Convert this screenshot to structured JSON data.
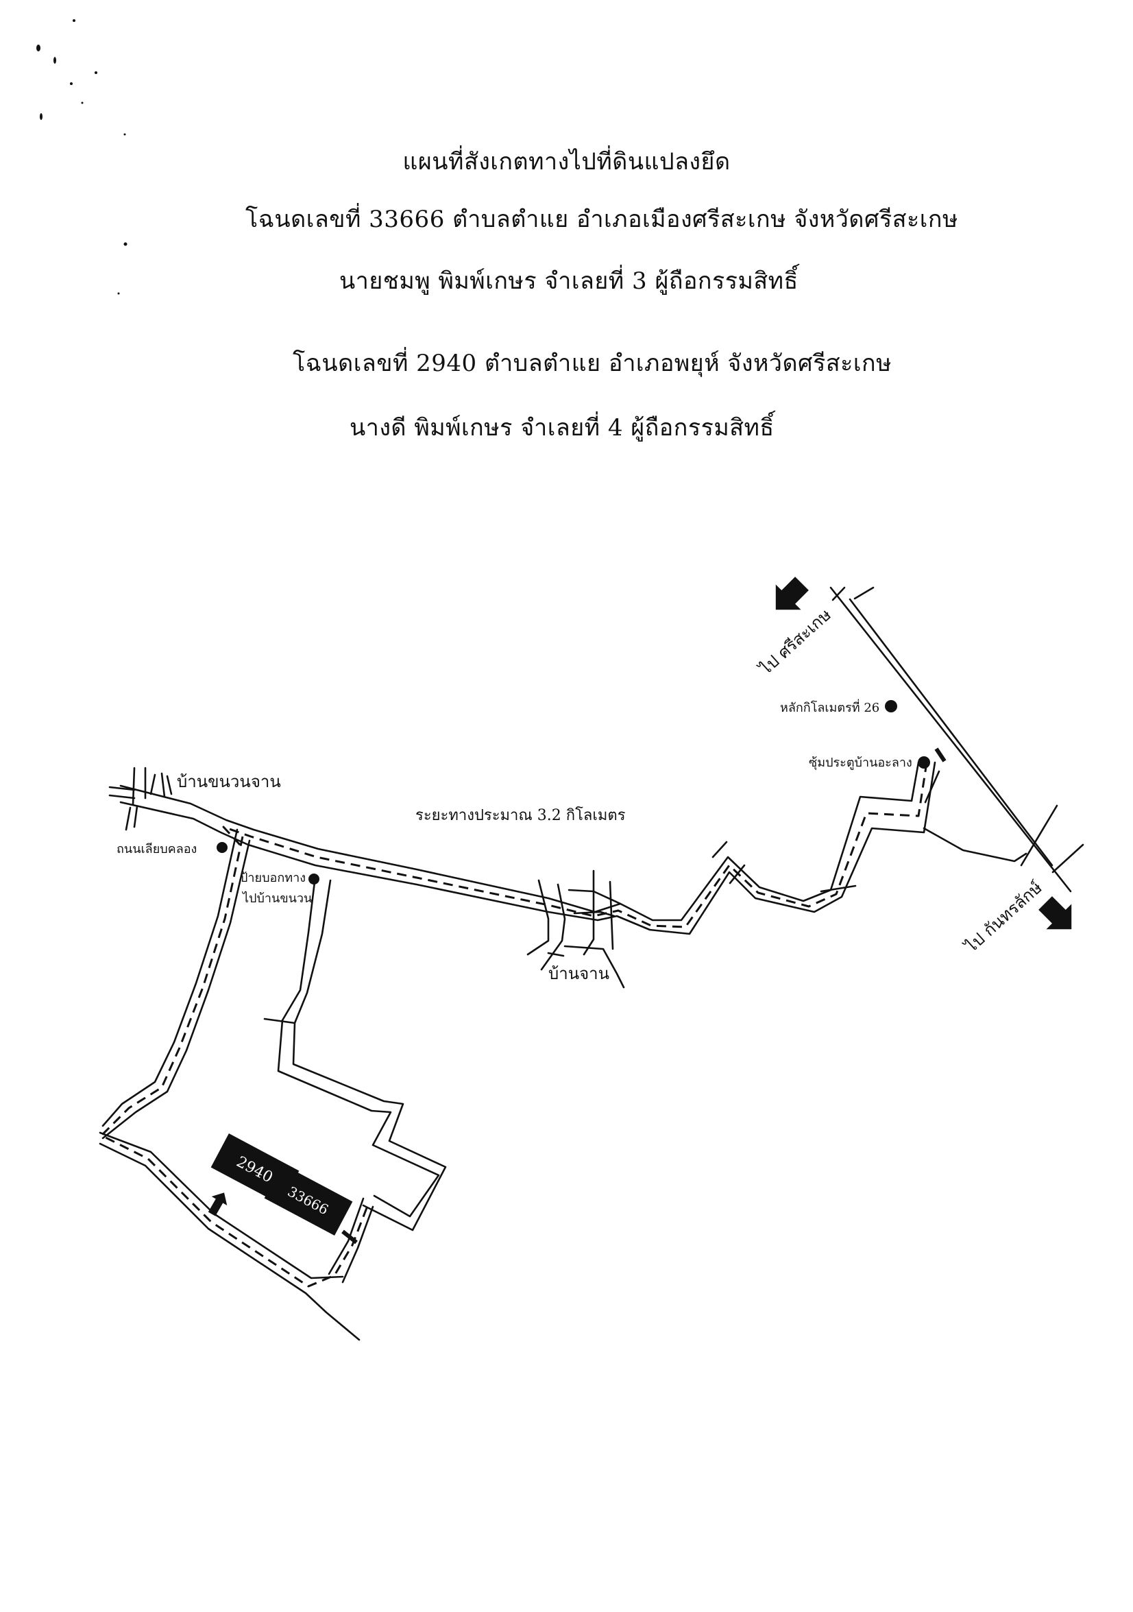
{
  "header": {
    "line1": "แผนที่สังเกตทางไปที่ดินแปลงยึด",
    "line2": "โฉนดเลขที่ 33666 ตำบลตำแย อำเภอเมืองศรีสะเกษ จังหวัดศรีสะเกษ",
    "line3": "นายชมพู พิมพ์เกษร จำเลยที่ 3 ผู้ถือกรรมสิทธิ์",
    "line4": "โฉนดเลขที่ 2940 ตำบลตำแย อำเภอพยุห์ จังหวัดศรีสะเกษ",
    "line5": "นางดี พิมพ์เกษร จำเลยที่ 4 ผู้ถือกรรมสิทธิ์"
  },
  "map": {
    "labels": {
      "to_sisaket": "ไป ศรีสะเกษ",
      "to_kanthararak": "ไป กันทรลักษ์",
      "km26": "หลักกิโลเมตรที่ 26",
      "arch": "ซุ้มประตูบ้านอะลาง",
      "ban_khanuan_chan": "บ้านขนวนจาน",
      "distance": "ระยะทางประมาณ 3.2 กิโลเมตร",
      "canal_road": "ถนนเลียบคลอง",
      "sign_line1": "ป้ายบอกทาง",
      "sign_line2": "ไปบ้านขนวน",
      "ban_chan": "บ้านจาน"
    },
    "parcels": [
      "2940",
      "33666"
    ],
    "colors": {
      "ink": "#111111",
      "paper": "#ffffff"
    }
  }
}
